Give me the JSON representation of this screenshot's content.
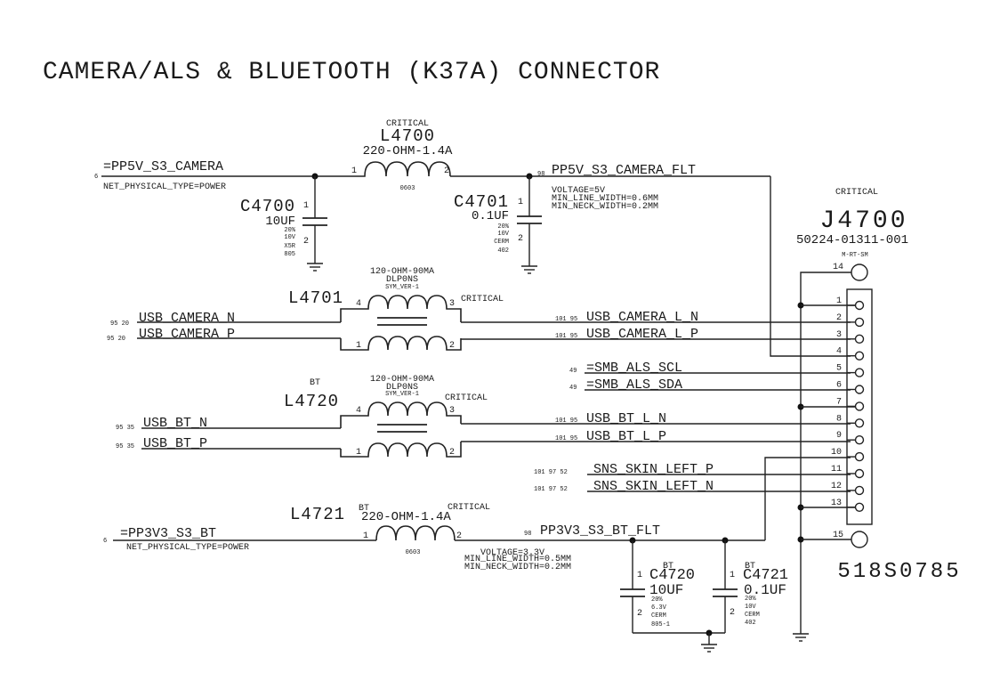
{
  "title": "CAMERA/ALS & BLUETOOTH (K37A) CONNECTOR",
  "nets": {
    "pp5v_in": {
      "name": "=PP5V_S3_CAMERA",
      "xref": "6",
      "attr": "NET_PHYSICAL_TYPE=POWER"
    },
    "pp5v_flt": {
      "name": "PP5V_S3_CAMERA_FLT",
      "xref": "98",
      "props": [
        "VOLTAGE=5V",
        "MIN_LINE_WIDTH=0.6MM",
        "MIN_NECK_WIDTH=0.2MM"
      ]
    },
    "usb_cam_n": {
      "name": "USB_CAMERA_N",
      "xref": "95 20"
    },
    "usb_cam_p": {
      "name": "USB_CAMERA_P",
      "xref": "95 20"
    },
    "usb_cam_l_n": {
      "name": "USB_CAMERA_L_N",
      "xref": "101 95"
    },
    "usb_cam_l_p": {
      "name": "USB_CAMERA_L_P",
      "xref": "101 95"
    },
    "smb_scl": {
      "name": "=SMB_ALS_SCL",
      "xref": "49"
    },
    "smb_sda": {
      "name": "=SMB_ALS_SDA",
      "xref": "49"
    },
    "usb_bt_n": {
      "name": "USB_BT_N",
      "xref": "95 35"
    },
    "usb_bt_p": {
      "name": "USB_BT_P",
      "xref": "95 35"
    },
    "usb_bt_l_n": {
      "name": "USB_BT_L_N",
      "xref": "101 95"
    },
    "usb_bt_l_p": {
      "name": "USB_BT_L_P",
      "xref": "101 95"
    },
    "sns_p": {
      "name": "SNS_SKIN_LEFT_P",
      "xref": "101 97 52"
    },
    "sns_n": {
      "name": "SNS_SKIN_LEFT_N",
      "xref": "101 97 52"
    },
    "pp3v3_in": {
      "name": "=PP3V3_S3_BT",
      "xref": "6",
      "attr": "NET_PHYSICAL_TYPE=POWER"
    },
    "pp3v3_flt": {
      "name": "PP3V3_S3_BT_FLT",
      "xref": "98",
      "props": [
        "VOLTAGE=3.3V",
        "MIN_LINE_WIDTH=0.5MM",
        "MIN_NECK_WIDTH=0.2MM"
      ]
    }
  },
  "components": {
    "l4700": {
      "critical": "CRITICAL",
      "ref": "L4700",
      "value": "220-OHM-1.4A",
      "pkg": "0603",
      "pin1": "1",
      "pin2": "2"
    },
    "c4700": {
      "ref": "C4700",
      "value": "10UF",
      "specs": [
        "20%",
        "10V",
        "X5R",
        "805"
      ],
      "pin1": "1",
      "pin2": "2"
    },
    "c4701": {
      "ref": "C4701",
      "value": "0.1UF",
      "specs": [
        "20%",
        "10V",
        "CERM",
        "402"
      ],
      "pin1": "1",
      "pin2": "2"
    },
    "l4701": {
      "ref": "L4701",
      "value": "120-OHM-90MA",
      "part": "DLP0NS",
      "sym": "SYM_VER-1",
      "critical": "CRITICAL",
      "pins": [
        "4",
        "3",
        "1",
        "2"
      ]
    },
    "l4720": {
      "group": "BT",
      "ref": "L4720",
      "value": "120-OHM-90MA",
      "part": "DLP0NS",
      "sym": "SYM_VER-1",
      "critical": "CRITICAL",
      "pins": [
        "4",
        "3",
        "1",
        "2"
      ]
    },
    "l4721": {
      "ref": "L4721",
      "group": "BT",
      "value": "220-OHM-1.4A",
      "critical": "CRITICAL",
      "pkg": "0603",
      "pin1": "1",
      "pin2": "2"
    },
    "c4720": {
      "group": "BT",
      "ref": "C4720",
      "value": "10UF",
      "specs": [
        "20%",
        "6.3V",
        "CERM",
        "805-1"
      ],
      "pin1": "1",
      "pin2": "2"
    },
    "c4721": {
      "group": "BT",
      "ref": "C4721",
      "value": "0.1UF",
      "specs": [
        "20%",
        "10V",
        "CERM",
        "402"
      ],
      "pin1": "1",
      "pin2": "2"
    },
    "j4700": {
      "critical": "CRITICAL",
      "ref": "J4700",
      "part": "50224-01311-001",
      "footprint": "M-RT-SM",
      "apn": "518S0785",
      "pins": [
        "1",
        "2",
        "3",
        "4",
        "5",
        "6",
        "7",
        "8",
        "9",
        "10",
        "11",
        "12",
        "13"
      ],
      "mount_pins": [
        "14",
        "15"
      ]
    }
  }
}
